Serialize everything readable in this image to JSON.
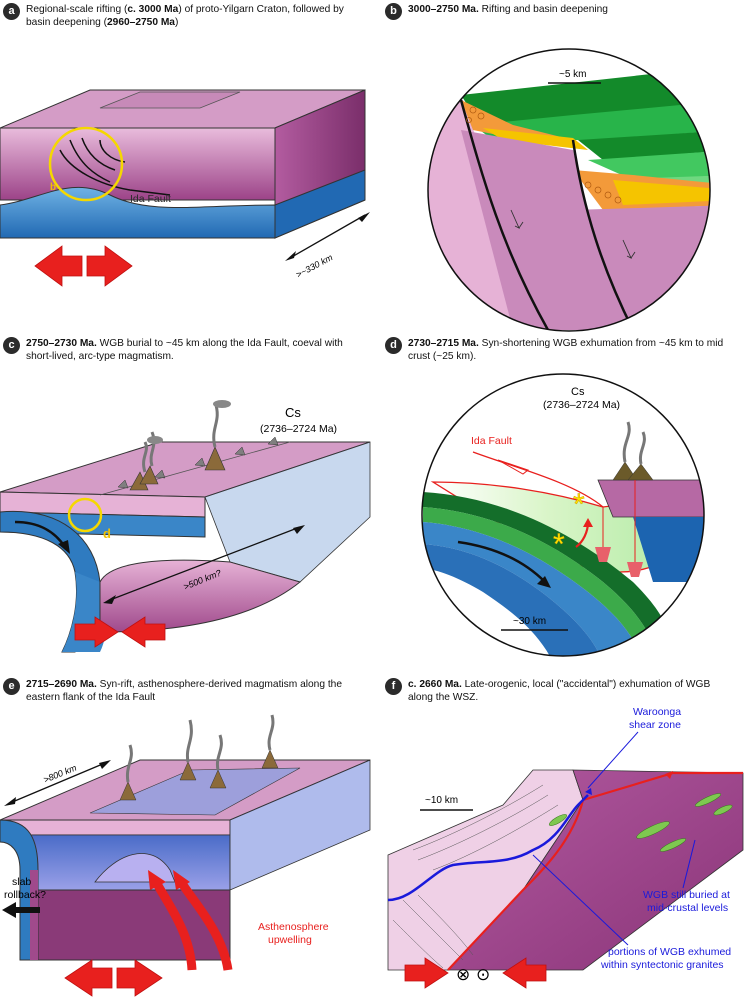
{
  "panels": {
    "a": {
      "letter": "a",
      "caption_pre": "Regional-scale rifting (",
      "caption_bold1": "c. 3000 Ma",
      "caption_mid": ") of proto-Yilgarn Craton, followed by basin deepening (",
      "caption_bold2": "2960–2750 Ma",
      "caption_post": ")",
      "circle_label": "b",
      "fault_label": "Ida Fault",
      "distance_label": ">~330 km"
    },
    "b": {
      "letter": "b",
      "caption_bold": "3000–2750 Ma.",
      "caption_rest": " Rifting and basin deepening",
      "scale_label": "~5 km"
    },
    "c": {
      "letter": "c",
      "caption_bold": "2750–2730 Ma.",
      "caption_rest": " WGB burial to ~45 km along the Ida Fault, coeval with short-lived, arc-type magmatism.",
      "cs_label": "Cs",
      "cs_age": "(2736–2724 Ma)",
      "circle_label": "d",
      "distance_label": ">500 km?"
    },
    "d": {
      "letter": "d",
      "caption_bold": "2730–2715 Ma.",
      "caption_rest": " Syn-shortening WGB exhumation from ~45 km to mid crust (~25 km).",
      "cs_label": "Cs",
      "cs_age": "(2736–2724 Ma)",
      "fault_label": "Ida Fault",
      "scale_label": "~30 km"
    },
    "e": {
      "letter": "e",
      "caption_bold": "2715–2690 Ma.",
      "caption_rest": " Syn-rift, asthenosphere-derived magmatism along the eastern flank of the Ida Fault",
      "distance_label": ">800 km",
      "rollback_line1": "slab",
      "rollback_line2": "rollback?",
      "asth_line1": "Asthenosphere",
      "asth_line2": "upwelling"
    },
    "f": {
      "letter": "f",
      "caption_bold": "c. 2660 Ma.",
      "caption_rest": " Late-orogenic, local (\"accidental\") exhumation of WGB along the WSZ.",
      "scale_label": "~10 km",
      "wsz_line1": "Waroonga",
      "wsz_line2": "shear zone",
      "buried_line1": "WGB still buried at",
      "buried_line2": "mid-crustal levels",
      "exhumed_line1": "portions of WGB exhumed",
      "exhumed_line2": "within syntectonic granites",
      "symbol_cross": "⊗",
      "symbol_dot": "⊙"
    }
  },
  "colors": {
    "crust_pink": "#e8b4d8",
    "crust_purple": "#a04a8c",
    "mantle_blue": "#3a86c8",
    "arrow_red": "#e8201e",
    "sediment_green": "#3cb84a",
    "sand_yellow": "#f5c400",
    "label_blue": "#1a1adb",
    "label_red": "#e8201e"
  }
}
